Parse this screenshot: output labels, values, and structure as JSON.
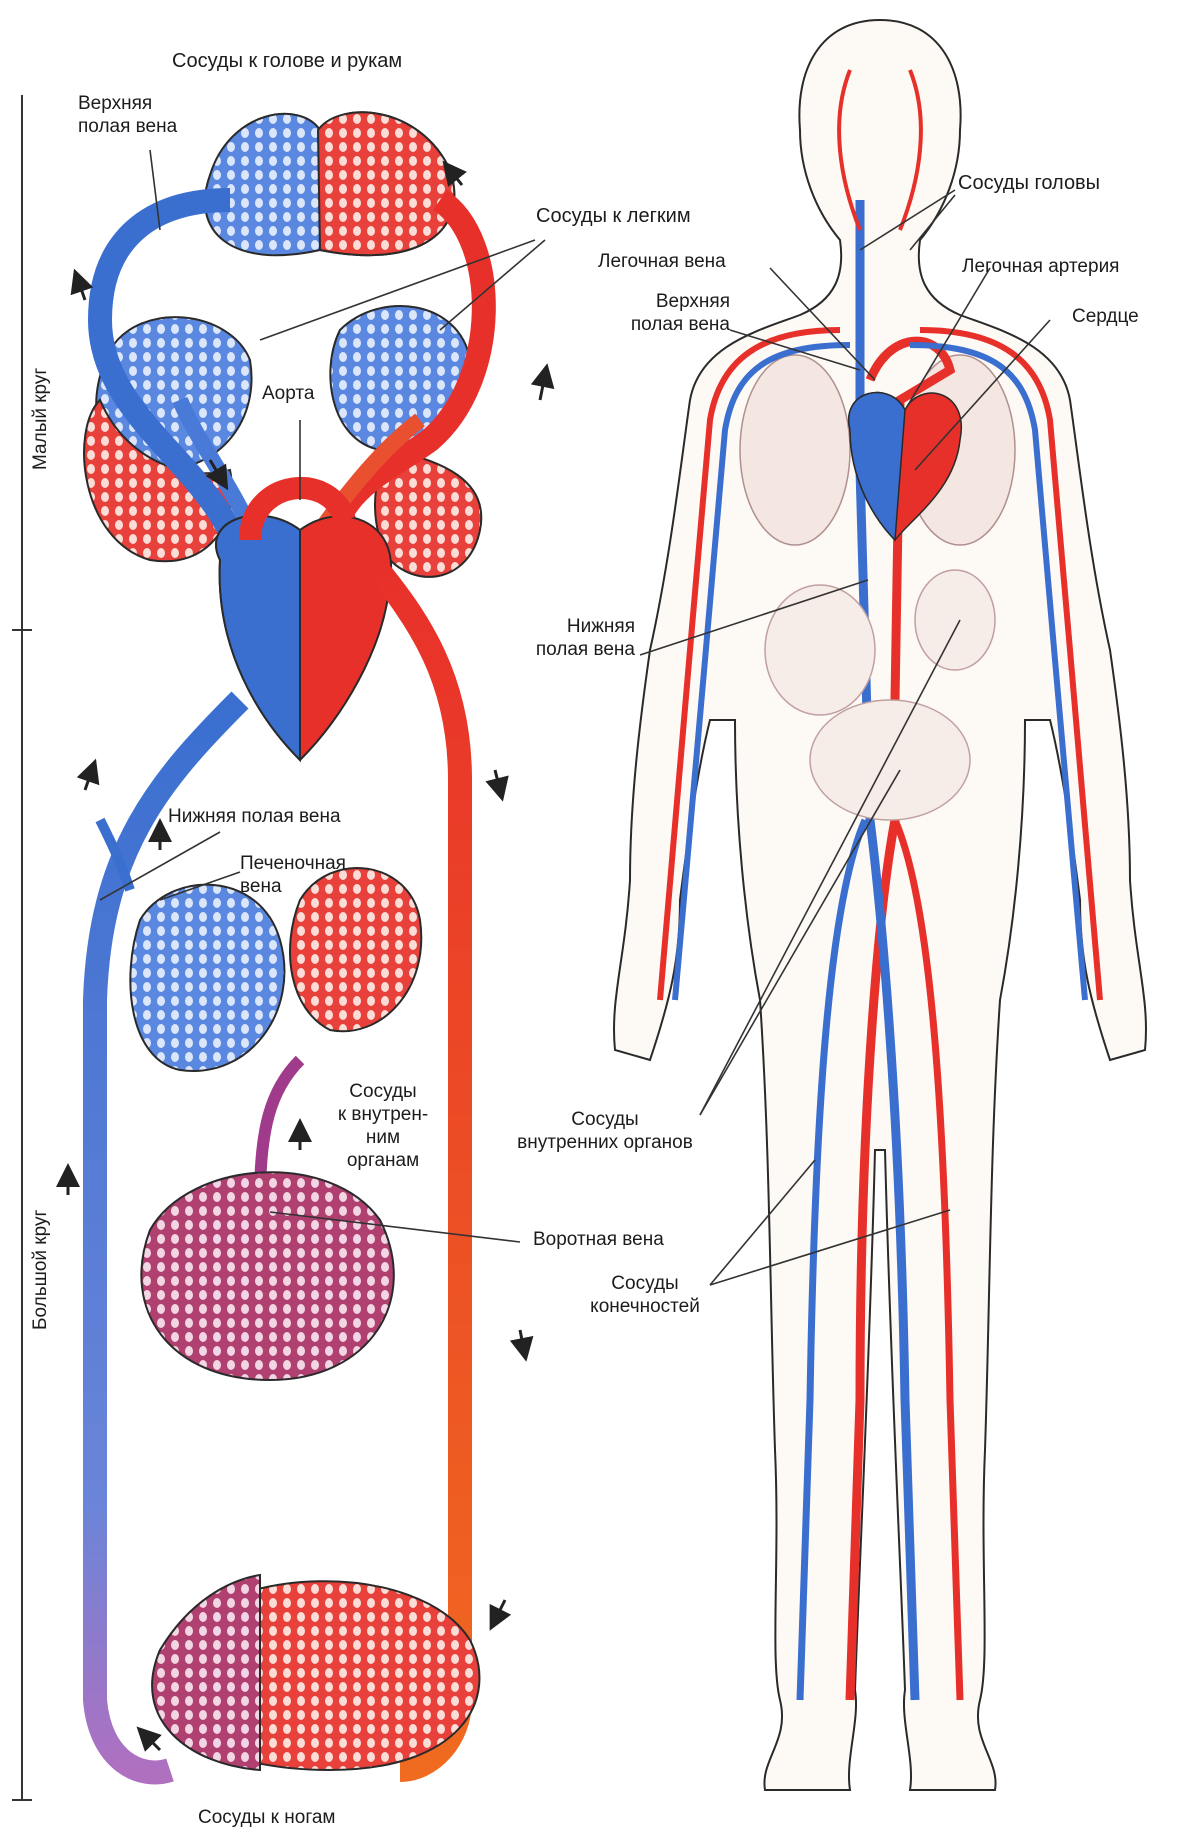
{
  "colors": {
    "arterial": "#e8302a",
    "venous": "#3a6fd0",
    "mixed": "#a03a8a",
    "outline": "#2a2a2a",
    "leader": "#333333"
  },
  "scheme": {
    "top_label": "Сосуды к голове и рукам",
    "bottom_label": "Сосуды к ногам",
    "superior_vena_cava": "Верхняя\nполая вена",
    "lung_vessels": "Сосуды к легким",
    "aorta": "Аорта",
    "inferior_vena_cava": "Нижняя полая вена",
    "hepatic_vein": "Печеночная\nвена",
    "internal_organ_vessels": "Сосуды\nк внутрен-\nним\nорганам",
    "portal_vein": "Воротная вена",
    "small_circle": "Малый круг",
    "large_circle": "Большой круг"
  },
  "body": {
    "head_vessels": "Сосуды головы",
    "pulmonary_vein": "Легочная вена",
    "pulmonary_artery": "Легочная артерия",
    "superior_vena_cava": "Верхняя\nполая вена",
    "heart": "Сердце",
    "inferior_vena_cava": "Нижняя\nполая вена",
    "internal_organ_vessels": "Сосуды\nвнутренних органов",
    "limb_vessels": "Сосуды\nконечностей"
  }
}
